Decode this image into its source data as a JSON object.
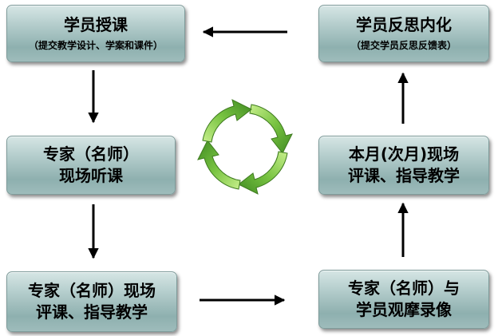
{
  "boxes": {
    "b1": {
      "title": "学员授课",
      "sub": "（提交教学设计、学案和课件）"
    },
    "b2": {
      "line1": "专家（名师）",
      "line2": "现场听课"
    },
    "b3": {
      "line1": "专家（名师）现场",
      "line2": "评课、指导教学"
    },
    "b4": {
      "line1": "专家（名师）与",
      "line2": "学员观摩录像"
    },
    "b5": {
      "line1": "本月(次月)现场",
      "line2": "评课、指导教学"
    },
    "b6": {
      "title": "学员反思内化",
      "sub": "（提交学员反思反馈表）"
    }
  },
  "cycle_icon": {
    "name": "cycle-arrows-icon",
    "color": "#5fa832"
  }
}
